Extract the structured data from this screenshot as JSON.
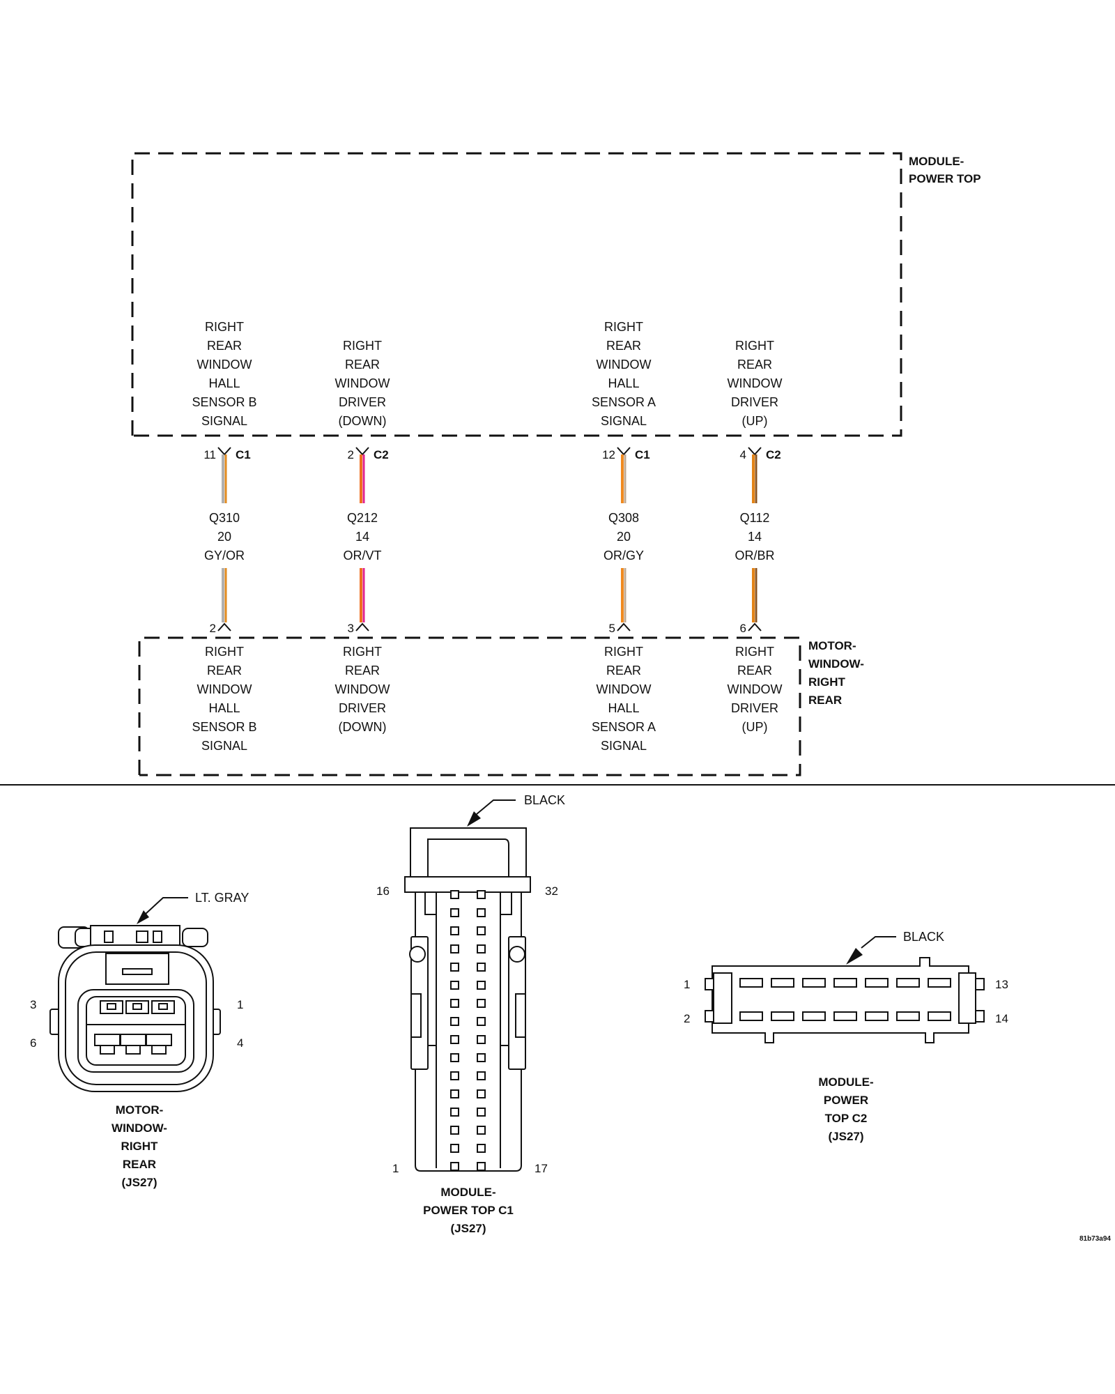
{
  "modules": {
    "top": {
      "name_lines": [
        "MODULE-",
        "POWER TOP"
      ]
    },
    "bottom": {
      "name_lines": [
        "MOTOR-",
        "WINDOW-",
        "RIGHT",
        "REAR"
      ]
    }
  },
  "circuits": [
    {
      "top_label": [
        "RIGHT",
        "REAR",
        "WINDOW",
        "HALL",
        "SENSOR B",
        "SIGNAL"
      ],
      "top_pin": "11",
      "top_conn": "C1",
      "wire_id": "Q310",
      "gauge": "20",
      "color_code": "GY/OR",
      "wire_colors": [
        "#b0b0b0",
        "#e08a1e"
      ],
      "bottom_pin": "2",
      "bottom_label": [
        "RIGHT",
        "REAR",
        "WINDOW",
        "HALL",
        "SENSOR B",
        "SIGNAL"
      ]
    },
    {
      "top_label": [
        "RIGHT",
        "REAR",
        "WINDOW",
        "DRIVER",
        "(DOWN)"
      ],
      "top_pin": "2",
      "top_conn": "C2",
      "wire_id": "Q212",
      "gauge": "14",
      "color_code": "OR/VT",
      "wire_colors": [
        "#f07020",
        "#e0208c"
      ],
      "bottom_pin": "3",
      "bottom_label": [
        "RIGHT",
        "REAR",
        "WINDOW",
        "DRIVER",
        "(DOWN)"
      ]
    },
    {
      "top_label": [
        "RIGHT",
        "REAR",
        "WINDOW",
        "HALL",
        "SENSOR A",
        "SIGNAL"
      ],
      "top_pin": "12",
      "top_conn": "C1",
      "wire_id": "Q308",
      "gauge": "20",
      "color_code": "OR/GY",
      "wire_colors": [
        "#f08a20",
        "#c0a890"
      ],
      "bottom_pin": "5",
      "bottom_label": [
        "RIGHT",
        "REAR",
        "WINDOW",
        "HALL",
        "SENSOR A",
        "SIGNAL"
      ]
    },
    {
      "top_label": [
        "RIGHT",
        "REAR",
        "WINDOW",
        "DRIVER",
        "(UP)"
      ],
      "top_pin": "4",
      "top_conn": "C2",
      "wire_id": "Q112",
      "gauge": "14",
      "color_code": "OR/BR",
      "wire_colors": [
        "#e38418",
        "#8a5420"
      ],
      "bottom_pin": "6",
      "bottom_label": [
        "RIGHT",
        "REAR",
        "WINDOW",
        "DRIVER",
        "(UP)"
      ]
    }
  ],
  "connectors": {
    "motor": {
      "color": "LT. GRAY",
      "pins": {
        "p3": "3",
        "p1": "1",
        "p6": "6",
        "p4": "4"
      },
      "title_lines": [
        "MOTOR-",
        "WINDOW-",
        "RIGHT",
        "REAR",
        "(JS27)"
      ]
    },
    "c1": {
      "color": "BLACK",
      "pins": {
        "p16": "16",
        "p32": "32",
        "p1": "1",
        "p17": "17"
      },
      "title_lines": [
        "MODULE-",
        "POWER TOP C1",
        "(JS27)"
      ]
    },
    "c2": {
      "color": "BLACK",
      "pins": {
        "p1": "1",
        "p2": "2",
        "p13": "13",
        "p14": "14"
      },
      "title_lines": [
        "MODULE-",
        "POWER",
        "TOP C2",
        "(JS27)"
      ]
    }
  },
  "diagram_id": "81b73a94"
}
